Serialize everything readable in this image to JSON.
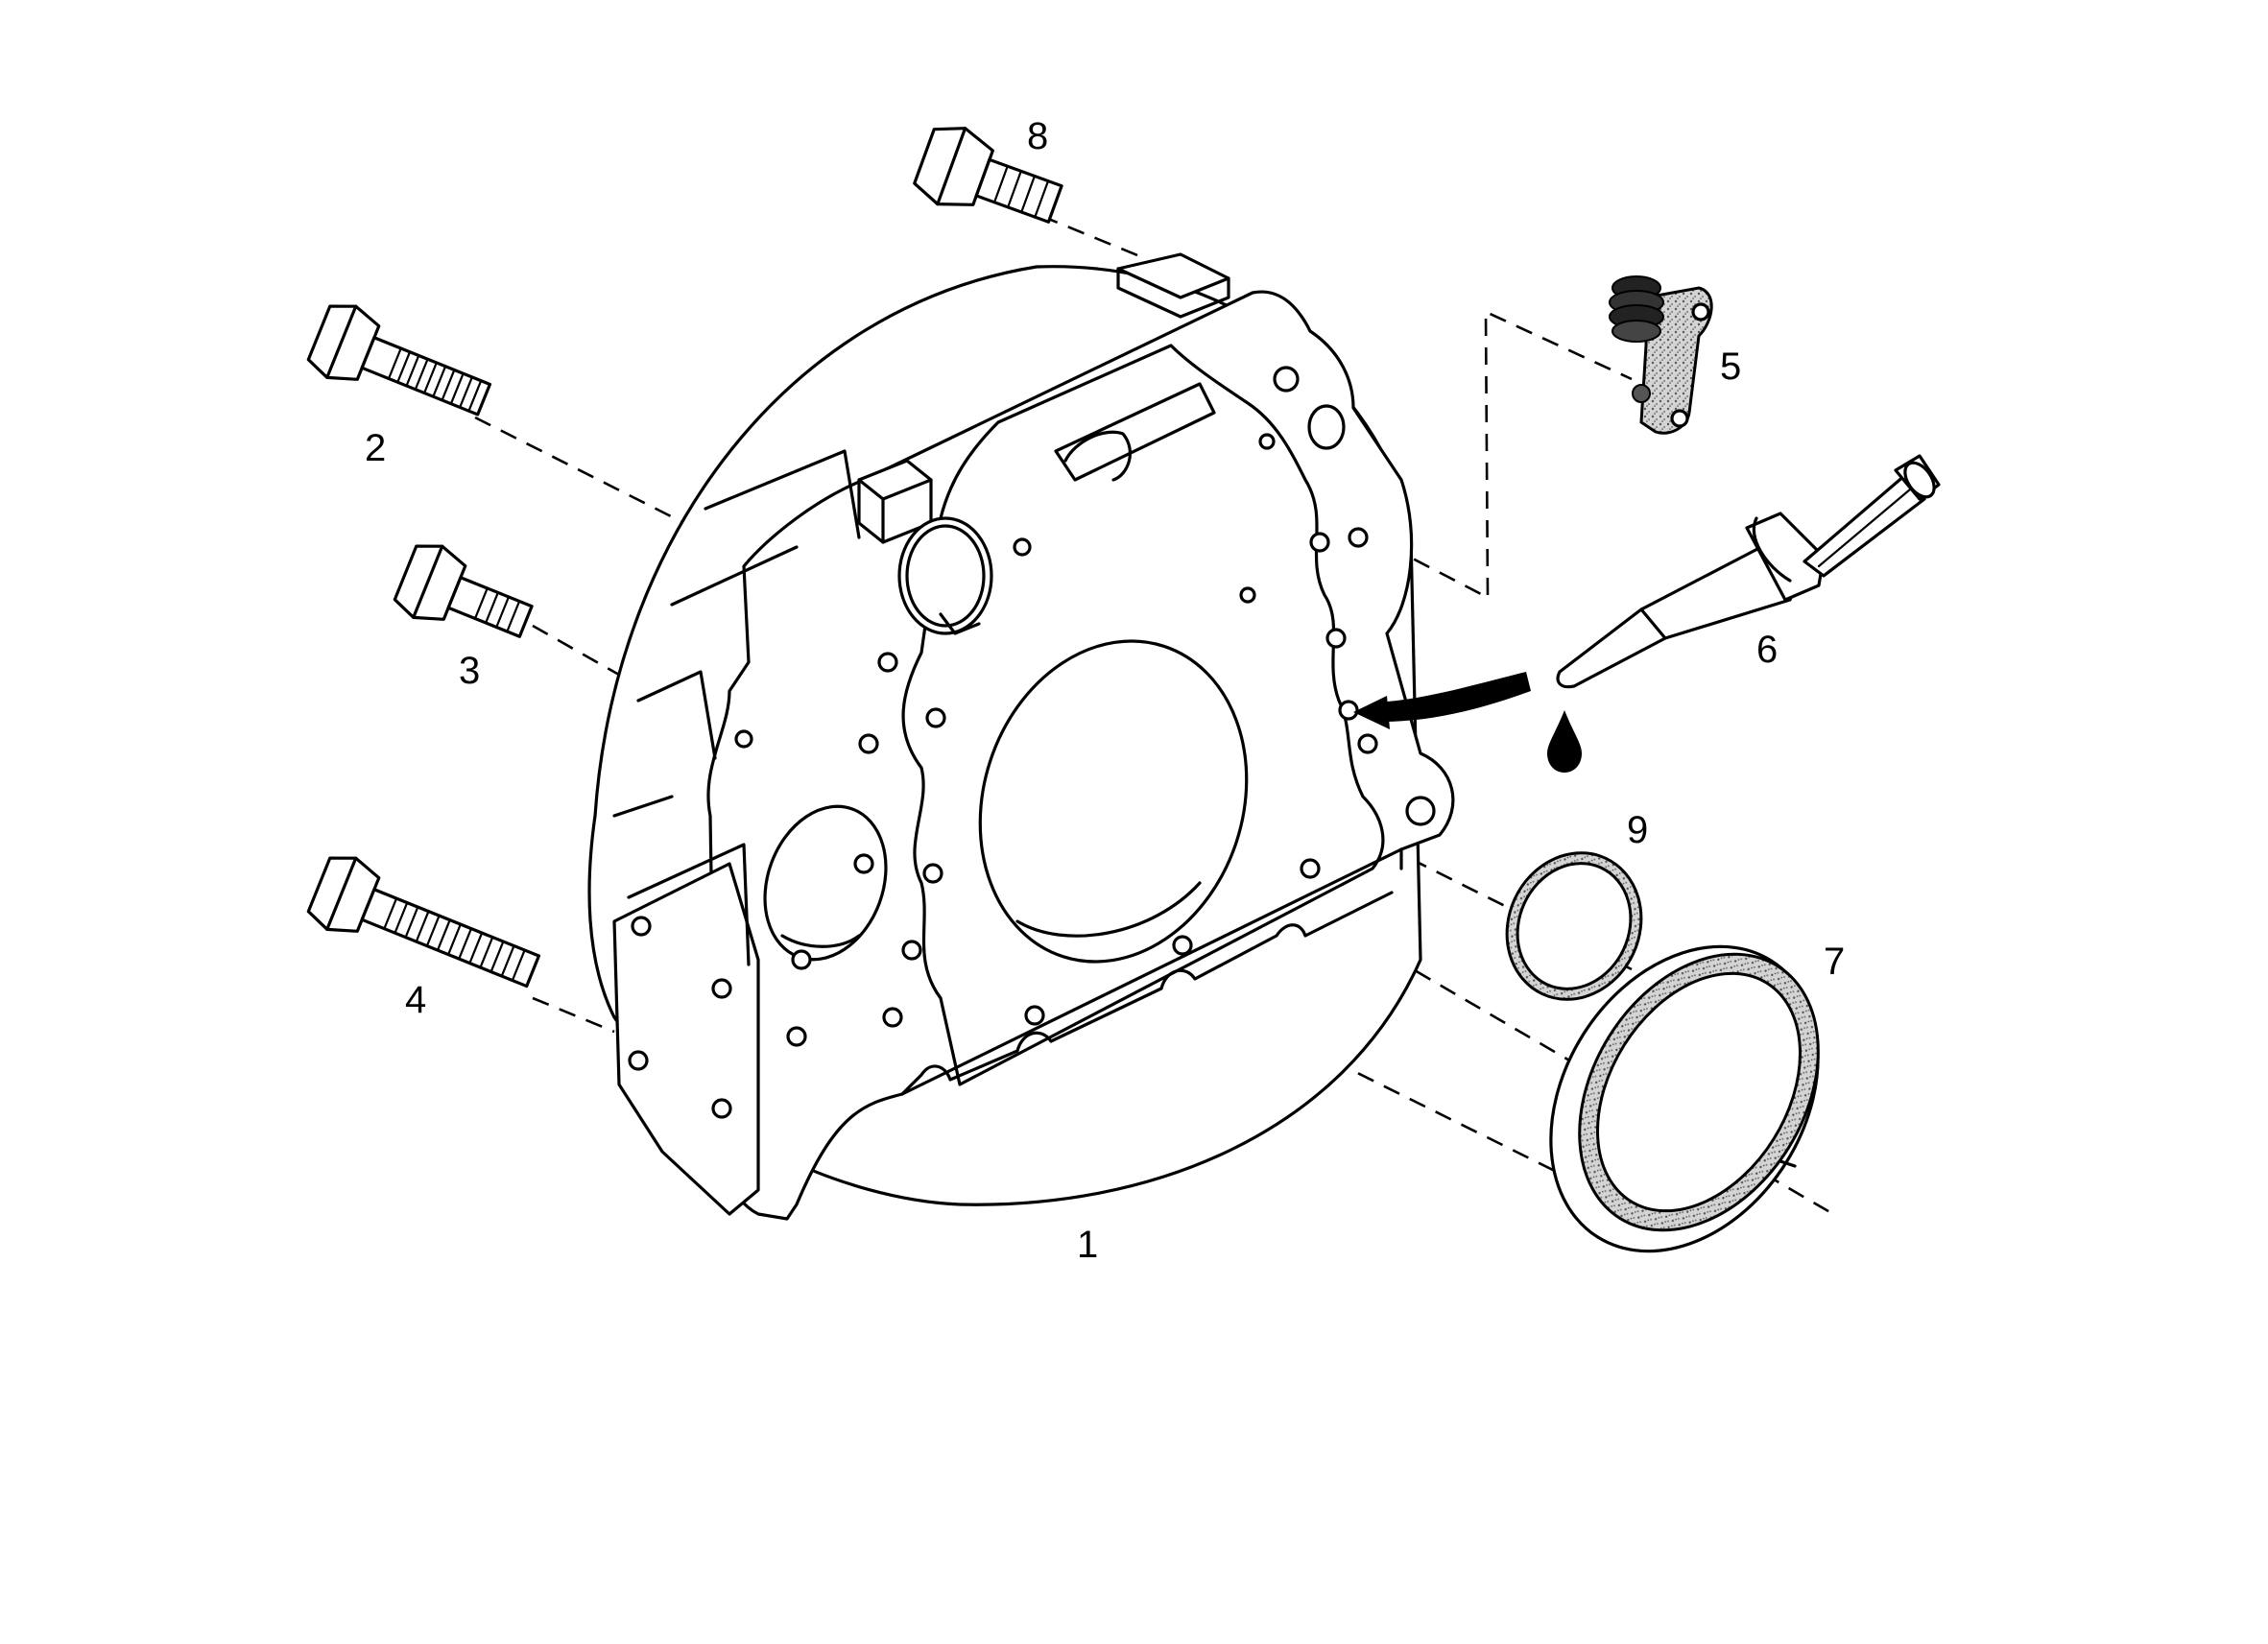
{
  "parts": {
    "p1": "1",
    "p2": "2",
    "p3": "3",
    "p4": "4",
    "p5": "5",
    "p6": "6",
    "p7": "7",
    "p8": "8",
    "p9": "9"
  },
  "colors": {
    "line": "#000000",
    "background": "#ffffff",
    "texture": "#9a9a9a"
  },
  "icons": [
    "bolt-icon",
    "plug-icon",
    "sealant-tube-icon",
    "oil-drop-icon",
    "arrow-icon",
    "oring-icon",
    "seal-ring-icon",
    "housing-icon"
  ]
}
